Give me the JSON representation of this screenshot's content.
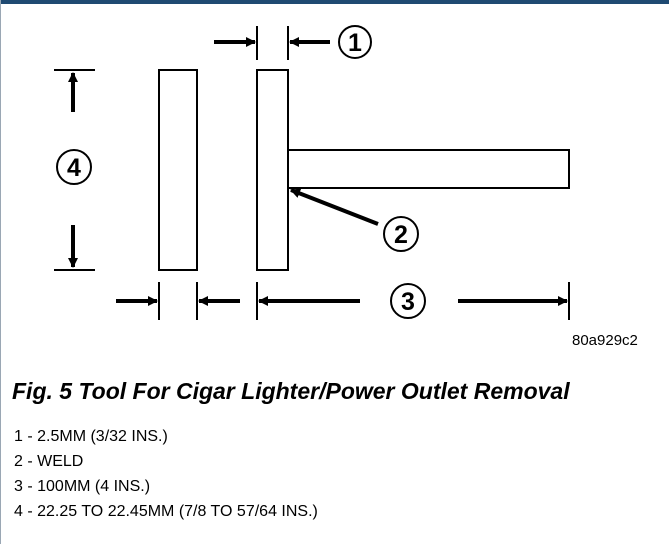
{
  "diagram": {
    "callouts": [
      "1",
      "2",
      "3",
      "4"
    ],
    "reference_code": "80a929c2"
  },
  "caption": "Fig. 5 Tool For Cigar Lighter/Power Outlet Removal",
  "legend": [
    "1 - 2.5MM (3/32 INS.)",
    "2 - WELD",
    "3 - 100MM (4 INS.)",
    "4 - 22.25 TO 22.45MM (7/8 TO 57/64 INS.)"
  ]
}
